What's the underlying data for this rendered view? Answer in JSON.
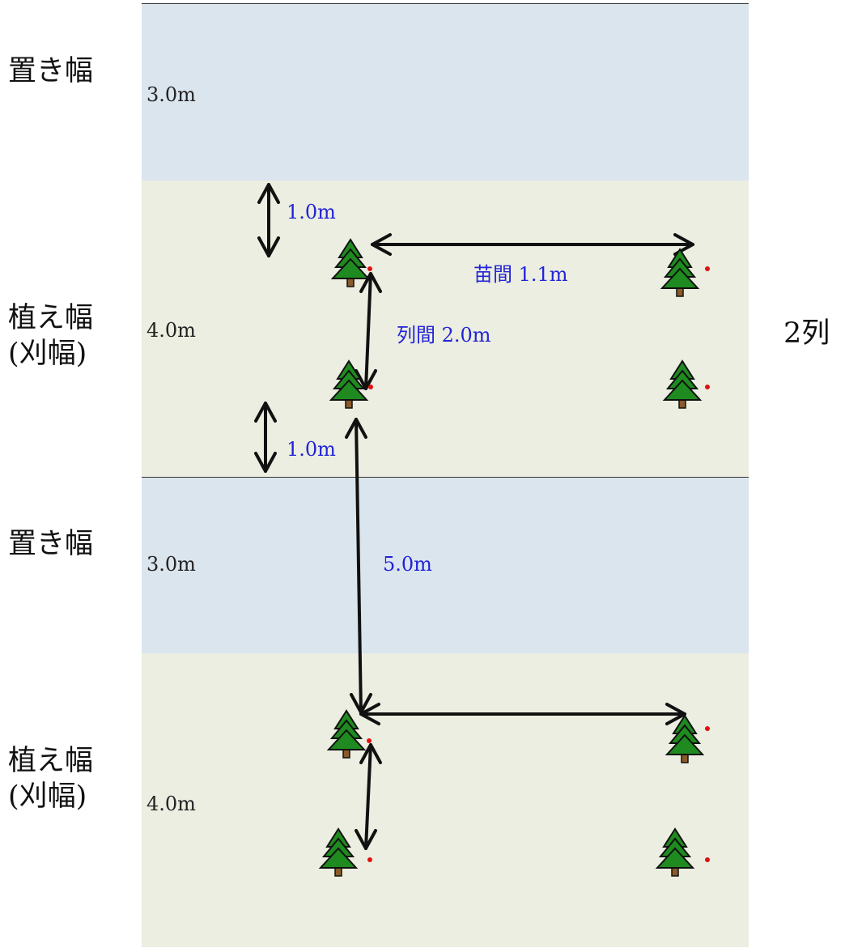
{
  "bands": [
    {
      "label": "置き幅",
      "width": "3.0m"
    },
    {
      "label": "植え幅\n(刈幅)",
      "width": "4.0m"
    },
    {
      "label": "置き幅",
      "width": "3.0m"
    },
    {
      "label": "植え幅\n(刈幅)",
      "width": "4.0m"
    }
  ],
  "labels": {
    "edge_margin_top": "1.0m",
    "seedling_spacing": "苗間 1.1m",
    "row_spacing": "列間 2.0m",
    "edge_margin_bottom": "1.0m",
    "band_gap": "5.0m",
    "rows": "2列"
  },
  "colors": {
    "placement_band": "#dbe5ee",
    "planting_band": "#ebeee0",
    "annotation_text": "#2323d8",
    "tree_fill": "#1f8a1f",
    "tree_trunk": "#8b5a2b",
    "marker_dot": "#e01010"
  },
  "icons": [
    "tree-icon",
    "double-arrow-icon",
    "red-dot-marker"
  ]
}
